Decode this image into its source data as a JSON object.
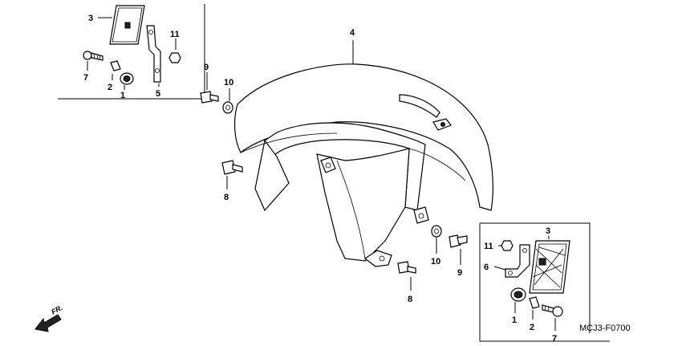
{
  "callouts": [
    {
      "id": "c-3-top",
      "text": "3"
    },
    {
      "id": "c-11-top",
      "text": "11"
    },
    {
      "id": "c-7-top",
      "text": "7"
    },
    {
      "id": "c-2-top",
      "text": "2"
    },
    {
      "id": "c-1-top",
      "text": "1"
    },
    {
      "id": "c-5",
      "text": "5"
    },
    {
      "id": "c-4",
      "text": "4"
    },
    {
      "id": "c-9-top",
      "text": "9"
    },
    {
      "id": "c-10-top",
      "text": "10"
    },
    {
      "id": "c-8-left",
      "text": "8"
    },
    {
      "id": "c-10-bot",
      "text": "10"
    },
    {
      "id": "c-9-bot",
      "text": "9"
    },
    {
      "id": "c-8-bot",
      "text": "8"
    },
    {
      "id": "c-11-bot",
      "text": "11"
    },
    {
      "id": "c-3-bot",
      "text": "3"
    },
    {
      "id": "c-6",
      "text": "6"
    },
    {
      "id": "c-1-bot",
      "text": "1"
    },
    {
      "id": "c-2-bot",
      "text": "2"
    },
    {
      "id": "c-7-bot",
      "text": "7"
    }
  ],
  "direction_label": "FR.",
  "diagram_code": "MCJ3-F0700",
  "icons": {
    "direction": "front-arrow-icon"
  }
}
